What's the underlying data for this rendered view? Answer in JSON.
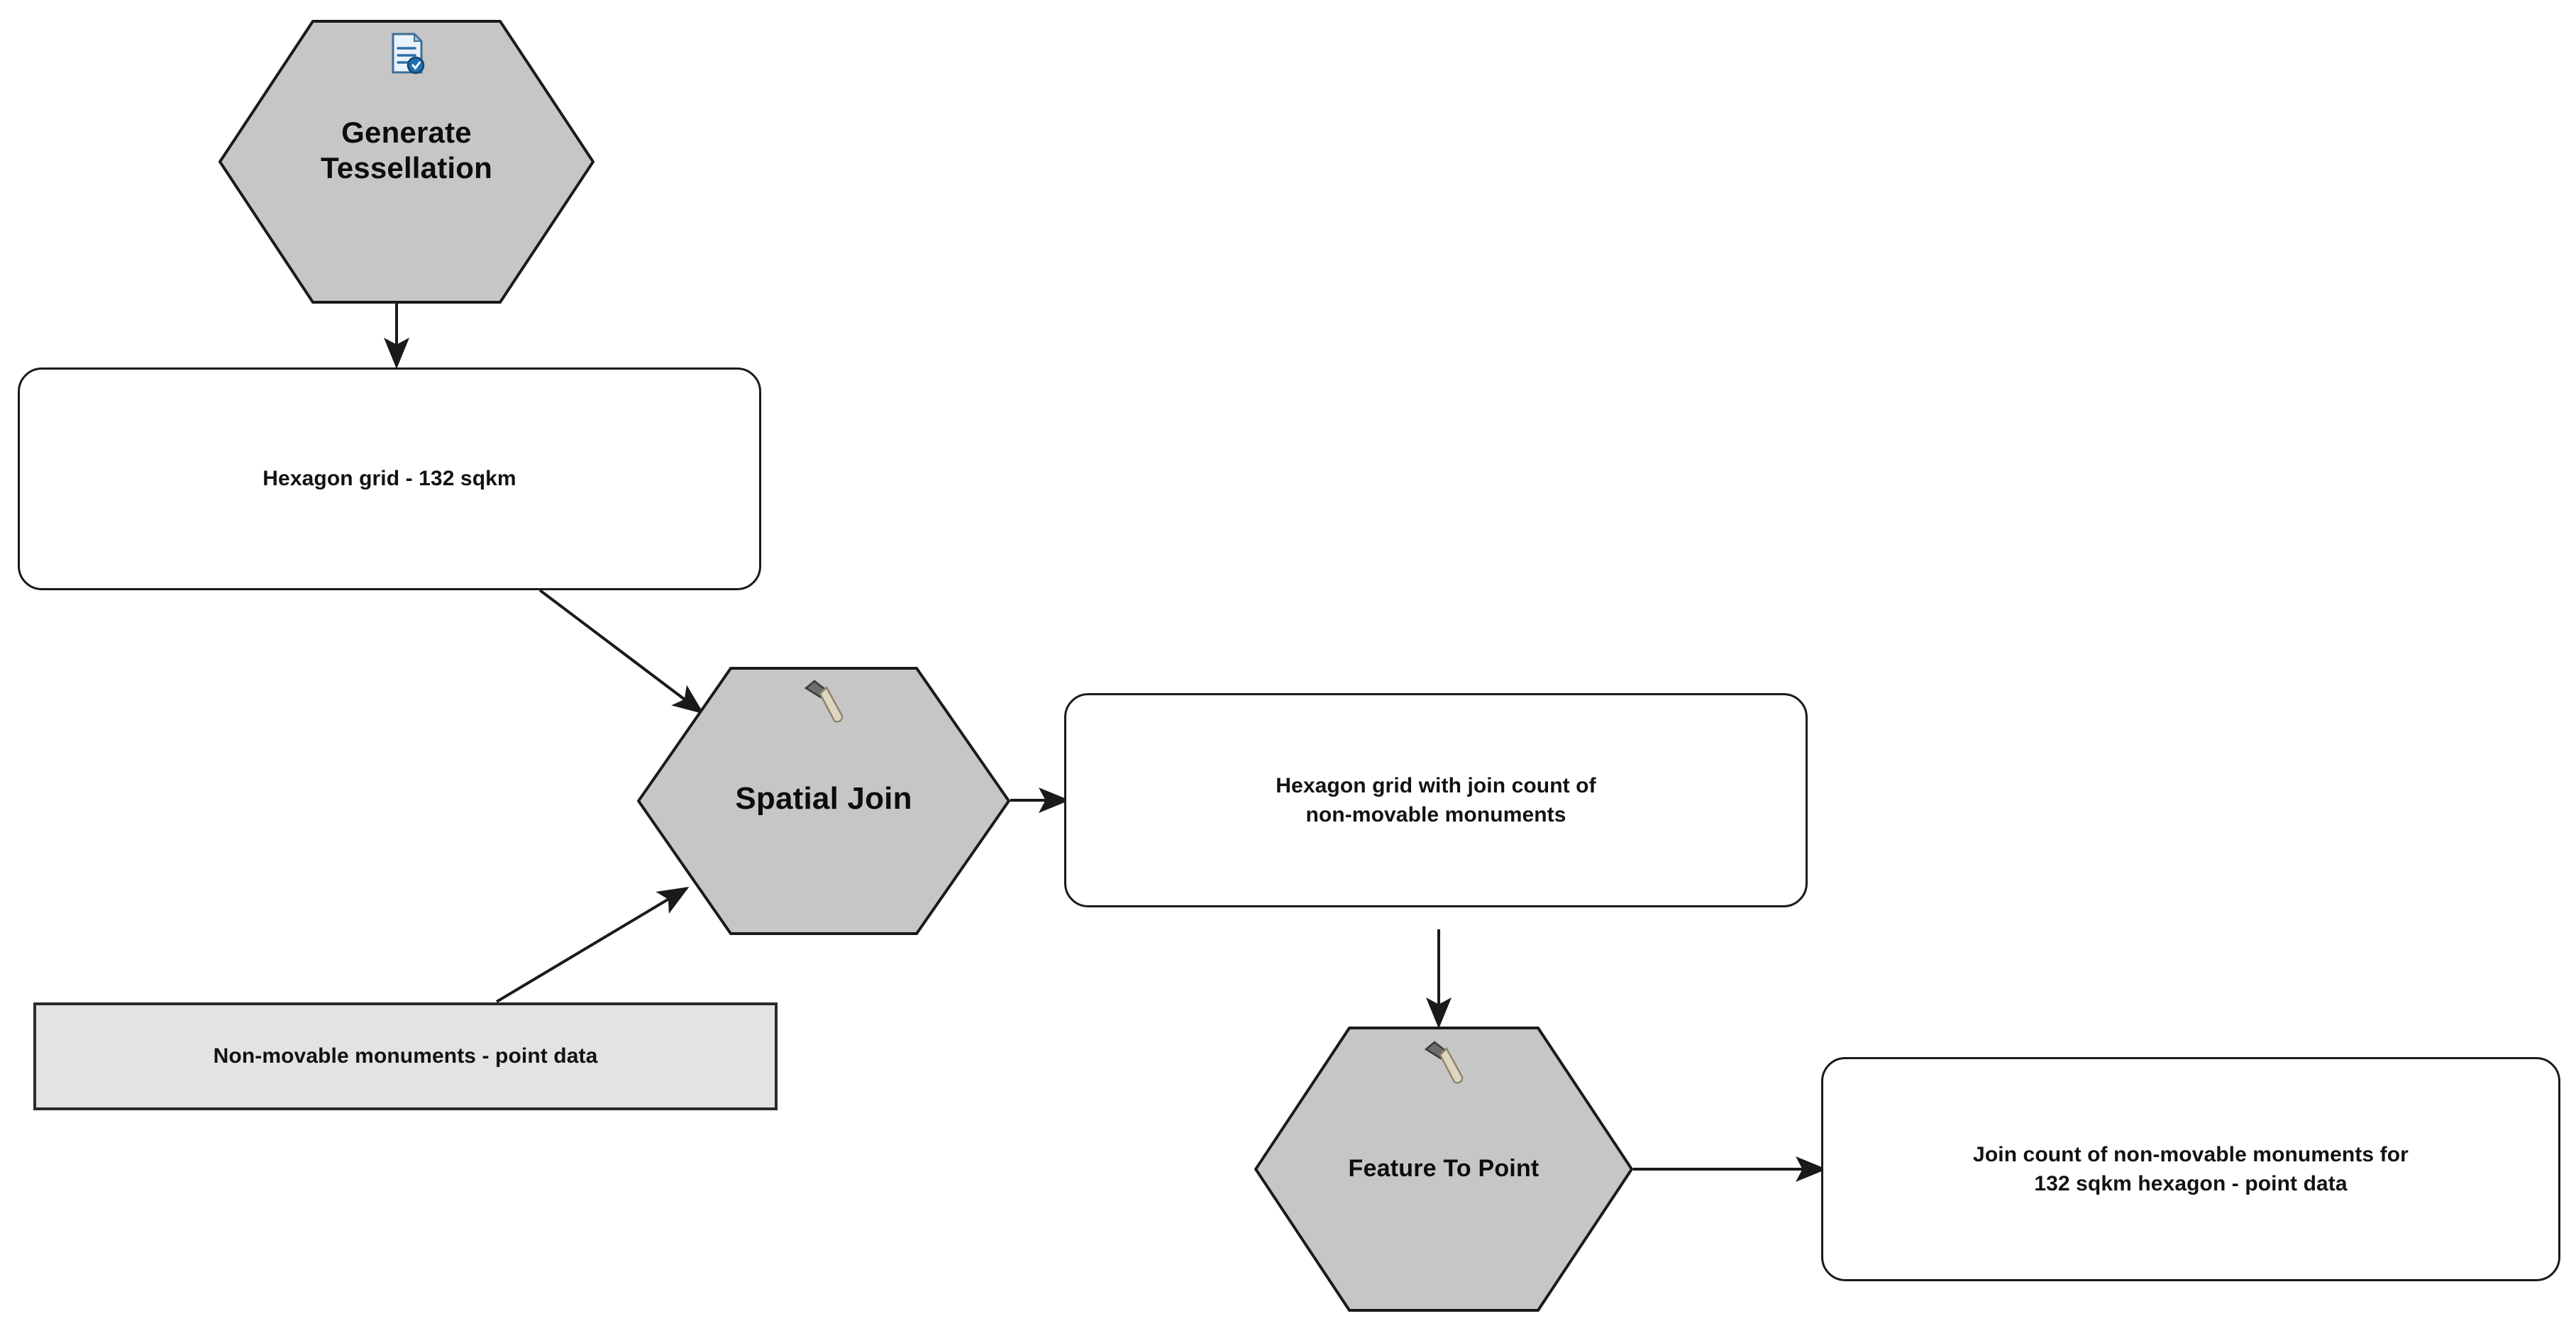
{
  "diagram": {
    "title": "Hexagon tessellation spatial join workflow",
    "background_color": "#ffffff",
    "tool_fill_color": "#c6c6c6",
    "tool_stroke_color": "#1a1a1a",
    "data_fill_color": "#ffffff",
    "input_fill_color": "#e3e3e3",
    "connector_color": "#1a1a1a"
  },
  "nodes": {
    "generate_tessellation": {
      "label": "Generate\nTessellation",
      "type": "tool",
      "shape": "hexagon",
      "icon": "script-tool-icon"
    },
    "hexagon_grid": {
      "label": "Hexagon grid - 132 sqkm",
      "type": "data",
      "shape": "rounded-rectangle"
    },
    "spatial_join": {
      "label": "Spatial Join",
      "type": "tool",
      "shape": "hexagon",
      "icon": "hammer-tool-icon"
    },
    "non_movable_monuments": {
      "label": "Non-movable monuments - point data",
      "type": "input-data",
      "shape": "rectangle"
    },
    "hexagon_grid_join_count": {
      "label": "Hexagon grid with join count of\nnon-movable monuments",
      "type": "data",
      "shape": "rounded-rectangle"
    },
    "feature_to_point": {
      "label": "Feature To Point",
      "type": "tool",
      "shape": "hexagon",
      "icon": "hammer-tool-icon"
    },
    "join_count_points": {
      "label": "Join count of non-movable monuments for\n132 sqkm hexagon - point data",
      "type": "data",
      "shape": "rounded-rectangle"
    }
  },
  "connections": [
    {
      "from": "generate_tessellation",
      "to": "hexagon_grid"
    },
    {
      "from": "hexagon_grid",
      "to": "spatial_join"
    },
    {
      "from": "non_movable_monuments",
      "to": "spatial_join"
    },
    {
      "from": "spatial_join",
      "to": "hexagon_grid_join_count"
    },
    {
      "from": "hexagon_grid_join_count",
      "to": "feature_to_point"
    },
    {
      "from": "feature_to_point",
      "to": "join_count_points"
    }
  ]
}
